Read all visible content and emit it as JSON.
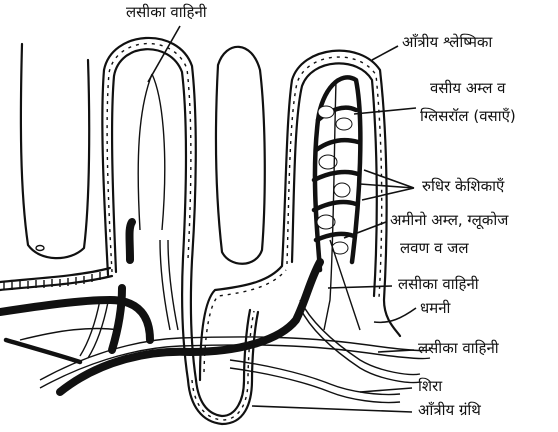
{
  "labels": {
    "lacteal_top": "लसीका वाहिनी",
    "intestinal_mucosa": "आँत्रीय श्लेष्मिका",
    "fatty_acids_line1": "वसीय अम्ल व",
    "fatty_acids_line2": "ग्लिसरॉल (वसाएँ)",
    "blood_capillaries": "रुधिर केशिकाएँ",
    "amino_acids_line1": "अमीनो अम्ल, ग्लूकोज",
    "amino_acids_line2": "लवण व जल",
    "lacteal_right": "लसीका वाहिनी",
    "artery": "धमनी",
    "lymph_vessel": "लसीका वाहिनी",
    "vein": "शिरा",
    "intestinal_gland": "आँत्रीय ग्रंथि"
  }
}
